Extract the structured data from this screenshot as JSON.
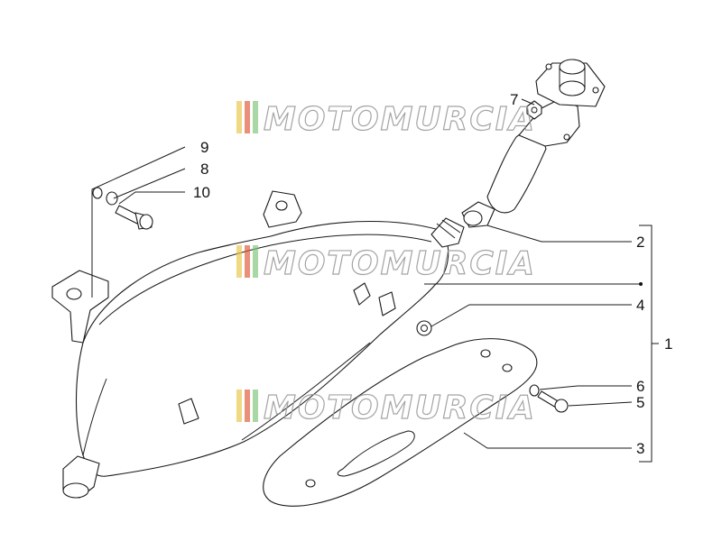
{
  "diagram": {
    "watermark": "MOTOMURCIA",
    "watermark_colors": [
      "#e8c44a",
      "#e05a3a",
      "#7cc47a"
    ],
    "callouts": [
      {
        "id": "c1",
        "label": "1"
      },
      {
        "id": "c2",
        "label": "2"
      },
      {
        "id": "c3",
        "label": "3"
      },
      {
        "id": "c4",
        "label": "4"
      },
      {
        "id": "c5",
        "label": "5"
      },
      {
        "id": "c6",
        "label": "6"
      },
      {
        "id": "c7",
        "label": "7"
      },
      {
        "id": "c8",
        "label": "8"
      },
      {
        "id": "c9",
        "label": "9"
      },
      {
        "id": "c10",
        "label": "10"
      }
    ]
  }
}
